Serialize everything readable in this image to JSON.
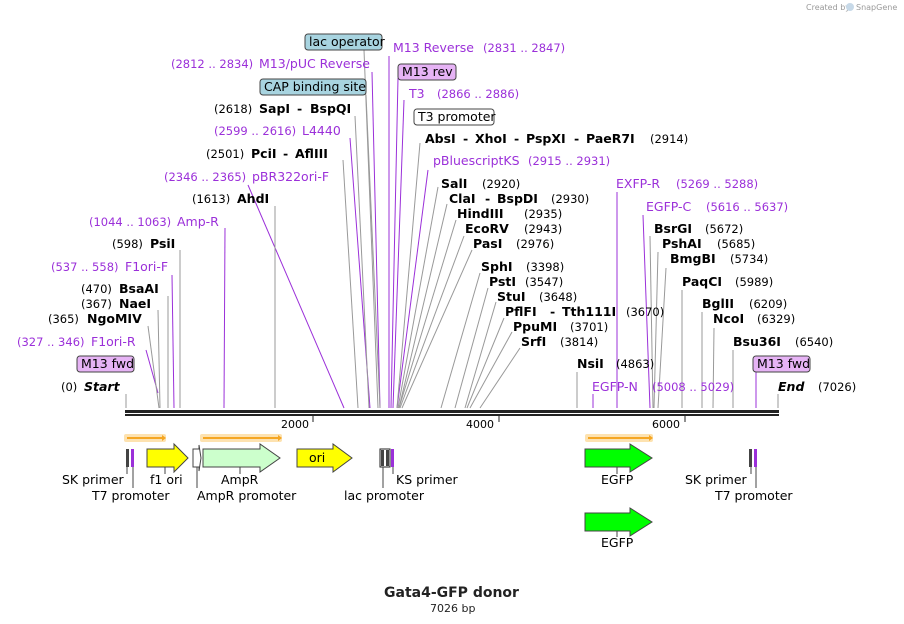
{
  "header": {
    "created_by": "Created by",
    "brand": "SnapGene"
  },
  "map": {
    "title": "Gata4-GFP donor",
    "length_label": "7026 bp",
    "start": {
      "pos": "(0)",
      "label": "Start"
    },
    "end": {
      "pos": "(7026)",
      "label": "End"
    },
    "ticks": [
      "2000",
      "4000",
      "6000"
    ]
  },
  "boxed_labels": [
    {
      "text": "lac operator"
    },
    {
      "text": "CAP binding site"
    },
    {
      "text": "M13 rev"
    },
    {
      "text": "T3 promoter"
    },
    {
      "text": "M13 fwd"
    },
    {
      "text": "M13 fwd"
    }
  ],
  "primers": [
    {
      "text": "M13 Reverse",
      "pos": "(2831 .. 2847)"
    },
    {
      "text": "M13/pUC Reverse",
      "pos": "(2812 .. 2834)"
    },
    {
      "text": "T3",
      "pos": "(2866 .. 2886)"
    },
    {
      "text": "L4440",
      "pos": "(2599 .. 2616)"
    },
    {
      "text": "pBluescriptKS",
      "pos": "(2915 .. 2931)"
    },
    {
      "text": "pBR322ori-F",
      "pos": "(2346 .. 2365)"
    },
    {
      "text": "EXFP-R",
      "pos": "(5269 .. 5288)"
    },
    {
      "text": "EGFP-C",
      "pos": "(5616 .. 5637)"
    },
    {
      "text": "Amp-R",
      "pos": "(1044 .. 1063)"
    },
    {
      "text": "F1ori-F",
      "pos": "(537 .. 558)"
    },
    {
      "text": "F1ori-R",
      "pos": "(327 .. 346)"
    },
    {
      "text": "EGFP-N",
      "pos": "(5008 .. 5029)"
    }
  ],
  "enzymes": [
    {
      "pos": "(2618)",
      "name": "SapI",
      "name2": "BspQI"
    },
    {
      "pos": "(2501)",
      "name": "PciI",
      "name2": "AflIII"
    },
    {
      "name": "AbsI",
      "name2": "XhoI",
      "name3": "PspXI",
      "name4": "PaeR7I",
      "pos": "(2914)"
    },
    {
      "pos": "(1613)",
      "name": "AhdI"
    },
    {
      "name": "SalI",
      "pos": "(2920)"
    },
    {
      "name": "ClaI",
      "name2": "BspDI",
      "pos": "(2930)"
    },
    {
      "name": "HindIII",
      "pos": "(2935)"
    },
    {
      "name": "EcoRV",
      "pos": "(2943)"
    },
    {
      "name": "PasI",
      "pos": "(2976)"
    },
    {
      "pos": "(598)",
      "name": "PsiI"
    },
    {
      "name": "SphI",
      "pos": "(3398)"
    },
    {
      "name": "PstI",
      "pos": "(3547)"
    },
    {
      "name": "StuI",
      "pos": "(3648)"
    },
    {
      "name": "PflFI",
      "name2": "Tth111I",
      "pos": "(3670)"
    },
    {
      "name": "PpuMI",
      "pos": "(3701)"
    },
    {
      "name": "SrfI",
      "pos": "(3814)"
    },
    {
      "pos": "(470)",
      "name": "BsaAI"
    },
    {
      "pos": "(367)",
      "name": "NaeI"
    },
    {
      "pos": "(365)",
      "name": "NgoMIV"
    },
    {
      "name": "NsiI",
      "pos": "(4863)"
    },
    {
      "name": "BsrGI",
      "pos": "(5672)"
    },
    {
      "name": "PshAI",
      "pos": "(5685)"
    },
    {
      "name": "BmgBI",
      "pos": "(5734)"
    },
    {
      "name": "PaqCI",
      "pos": "(5989)"
    },
    {
      "name": "BglII",
      "pos": "(6209)"
    },
    {
      "name": "NcoI",
      "pos": "(6329)"
    },
    {
      "name": "Bsu36I",
      "pos": "(6540)"
    }
  ],
  "features": {
    "f1ori": "f1 ori",
    "ampr": "AmpR",
    "ampr_promoter": "AmpR promoter",
    "ori": "ori",
    "sk_primer_1": "SK primer",
    "t7_promoter_1": "T7 promoter",
    "lac_promoter": "lac promoter",
    "ks_primer": "KS primer",
    "egfp_1": "EGFP",
    "egfp_2": "EGFP",
    "sk_primer_2": "SK primer",
    "t7_promoter_2": "T7 promoter"
  },
  "colors": {
    "primer": "#9b30d9",
    "f1ori": "#ffff00",
    "ampr": "#ccffcc",
    "ori": "#ffff00",
    "egfp": "#00ff00",
    "arrow_orange": "#f5a623",
    "box_blue": "#a8d4e0",
    "box_purple": "#e6b3f5"
  }
}
